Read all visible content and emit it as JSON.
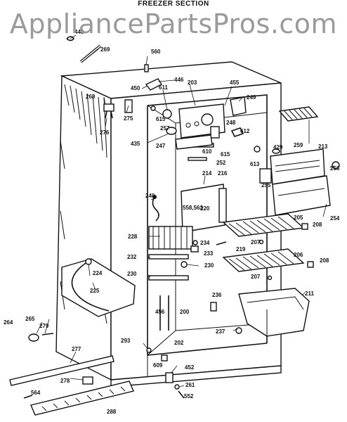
{
  "title": "FREEZER SECTION",
  "watermark": "AppliancePartsPros.com",
  "part_labels": {
    "p446": "446",
    "p560": "560",
    "p269": "269",
    "p450": "450",
    "p611": "611",
    "p203": "203",
    "p455": "455",
    "p249": "249",
    "p268": "268",
    "p275": "275",
    "p276": "276",
    "p615a": "615",
    "p257": "257",
    "p248": "248",
    "p612": "612",
    "p429": "429",
    "p259": "259",
    "p213": "213",
    "p435": "435",
    "p247": "247",
    "p610": "610",
    "p615b": "615",
    "p613": "613",
    "p252": "252",
    "p256": "256",
    "p214": "214",
    "p216": "216",
    "p255": "255",
    "p240": "240",
    "p558": "558,563",
    "p220": "220",
    "p205": "205",
    "p208a": "208",
    "p254": "254",
    "p228": "228",
    "p234": "234",
    "p207a": "207",
    "p219": "219",
    "p233": "233",
    "p232": "232",
    "p224": "224",
    "p230a": "230",
    "p230b": "230",
    "p206": "206",
    "p208b": "208",
    "p207b": "207",
    "p225": "225",
    "p211": "211",
    "p236": "236",
    "p456": "456",
    "p200": "200",
    "p264": "264",
    "p265": "265",
    "p279": "279",
    "p237": "237",
    "p202": "202",
    "p293": "293",
    "p277": "277",
    "p609": "609",
    "p452": "452",
    "p278": "278",
    "p261": "261",
    "p564": "564",
    "p552": "552",
    "p288": "288"
  }
}
